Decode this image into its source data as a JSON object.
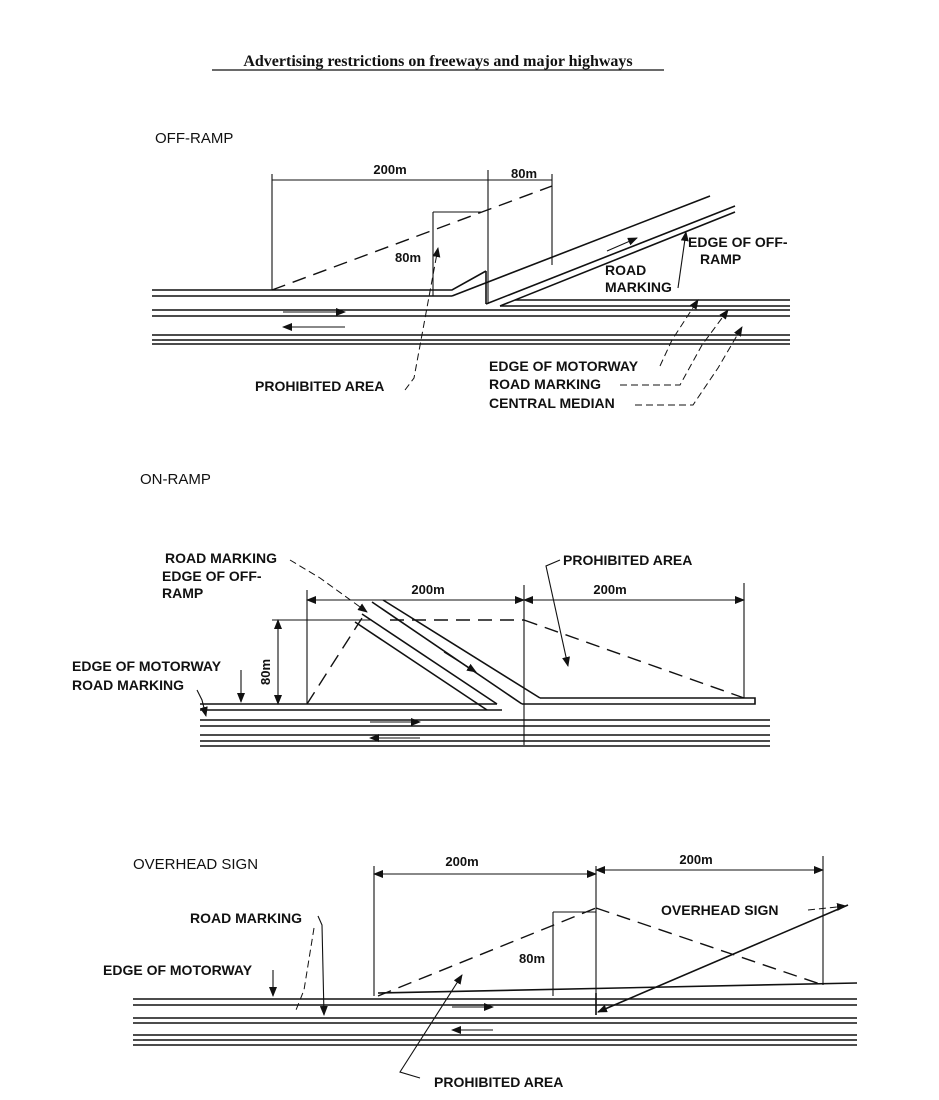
{
  "title": "Advertising restrictions on freeways and major highways",
  "off_ramp": {
    "heading": "OFF-RAMP",
    "dim_200": "200m",
    "dim_80_h": "80m",
    "dim_80_v": "80m",
    "edge_offramp_1": "EDGE OF OFF-",
    "edge_offramp_2": "RAMP",
    "road_marking_1": "ROAD",
    "road_marking_2": "MARKING",
    "edge_motorway": "EDGE OF MOTORWAY",
    "road_marking": "ROAD MARKING",
    "central_median": "CENTRAL MEDIAN",
    "prohibited": "PROHIBITED AREA"
  },
  "on_ramp": {
    "heading": "ON-RAMP",
    "road_marking": "ROAD MARKING",
    "edge_offramp_1": "EDGE OF OFF-",
    "edge_offramp_2": "RAMP",
    "prohibited": "PROHIBITED AREA",
    "dim_200_left": "200m",
    "dim_200_right": "200m",
    "dim_80": "80m",
    "edge_motorway": "EDGE OF MOTORWAY",
    "road_marking_lower": "ROAD MARKING"
  },
  "overhead": {
    "heading": "OVERHEAD SIGN",
    "dim_200_left": "200m",
    "dim_200_right": "200m",
    "sign_label": "OVERHEAD SIGN",
    "road_marking": "ROAD MARKING",
    "edge_motorway": "EDGE OF MOTORWAY",
    "dim_80": "80m",
    "prohibited": "PROHIBITED AREA"
  }
}
